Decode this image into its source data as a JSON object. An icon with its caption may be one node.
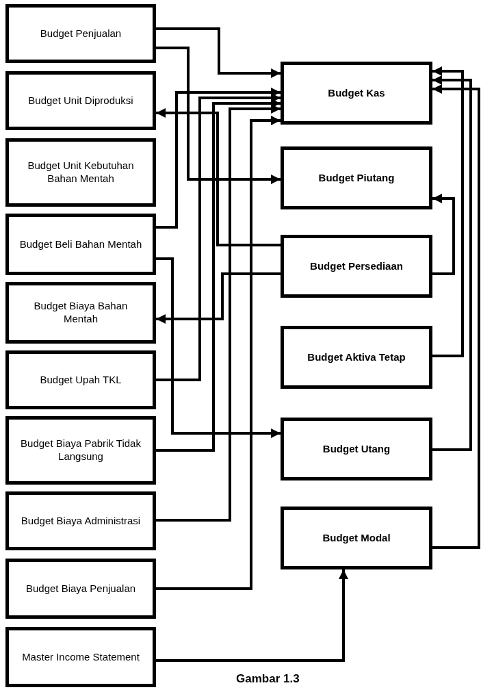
{
  "diagram": {
    "caption": "Gambar 1.3",
    "nodes": [
      {
        "text": [
          "Budget Penjualan"
        ]
      },
      {
        "text": [
          "Budget Unit Diproduksi"
        ]
      },
      {
        "text": [
          "Budget Unit Kebutuhan Bahan Mentah"
        ]
      },
      {
        "text": [
          "Budget Beli Bahan Mentah"
        ]
      },
      {
        "text": [
          "Budget Biaya Bahan Mentah"
        ]
      },
      {
        "text": [
          "Budget Upah TKL"
        ]
      },
      {
        "text": [
          "Budget Biaya Pabrik Tidak Langsung"
        ]
      },
      {
        "text": [
          "Budget Biaya Administrasi"
        ]
      },
      {
        "text": [
          "Budget Biaya Penjualan"
        ]
      },
      {
        "text": [
          "Master Income Statement"
        ]
      },
      {
        "text": [
          "Budget Kas"
        ]
      },
      {
        "text": [
          "Budget Piutang"
        ]
      },
      {
        "text": [
          "Budget Persediaan"
        ]
      },
      {
        "text": [
          "Budget Aktiva Tetap"
        ]
      },
      {
        "text": [
          "Budget Utang"
        ]
      },
      {
        "text": [
          "Budget Modal"
        ]
      }
    ],
    "edges": [
      {
        "from": 0,
        "to": 10,
        "arrow": "to"
      },
      {
        "from": 0,
        "to": 11,
        "arrow": "to"
      },
      {
        "from": 3,
        "to": 10,
        "arrow": "to"
      },
      {
        "from": 5,
        "to": 10,
        "arrow": "to"
      },
      {
        "from": 6,
        "to": 10,
        "arrow": "to"
      },
      {
        "from": 7,
        "to": 10,
        "arrow": "to"
      },
      {
        "from": 8,
        "to": 10,
        "arrow": "to"
      },
      {
        "from": 12,
        "to": 1,
        "arrow": "to"
      },
      {
        "from": 12,
        "to": 4,
        "arrow": "to"
      },
      {
        "from": 3,
        "to": 14,
        "arrow": "to"
      },
      {
        "from": 12,
        "to": 11,
        "arrow": "to"
      },
      {
        "from": 13,
        "to": 10,
        "arrow": "to"
      },
      {
        "from": 14,
        "to": 10,
        "arrow": "to"
      },
      {
        "from": 15,
        "to": 10,
        "arrow": "to"
      },
      {
        "from": 9,
        "to": 15,
        "arrow": "to"
      }
    ]
  }
}
